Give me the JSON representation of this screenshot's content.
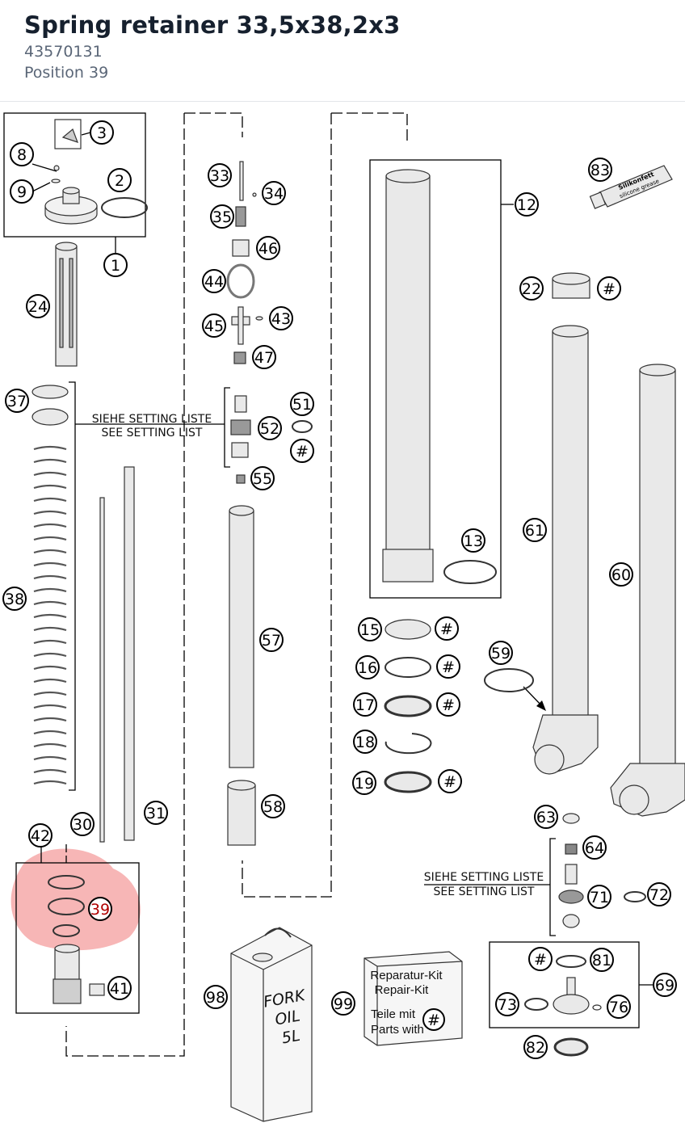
{
  "header": {
    "title": "Spring retainer 33,5x38,2x3",
    "part_number": "43570131",
    "position": "Position 39"
  },
  "diagram": {
    "highlight_color": "#f07a7a",
    "callouts": [
      "1",
      "2",
      "3",
      "8",
      "9",
      "12",
      "13",
      "15",
      "16",
      "17",
      "18",
      "19",
      "22",
      "24",
      "30",
      "31",
      "33",
      "34",
      "35",
      "37",
      "38",
      "39",
      "41",
      "42",
      "43",
      "44",
      "45",
      "46",
      "47",
      "51",
      "52",
      "55",
      "57",
      "58",
      "59",
      "60",
      "61",
      "63",
      "64",
      "69",
      "71",
      "72",
      "73",
      "76",
      "81",
      "82",
      "83",
      "98",
      "99",
      "#"
    ],
    "setting_note_de": "SIEHE SETTING LISTE",
    "setting_note_en": "SEE SETTING LIST",
    "kit_box": {
      "line1": "Reparatur-Kit",
      "line2": "Repair-Kit",
      "line3": "Teile mit",
      "line4": "Parts with",
      "symbol": "#"
    },
    "oil_can": {
      "line1": "FORK",
      "line2": "OIL",
      "line3": "5L"
    },
    "tube_label_1": "Silikonfett",
    "tube_label_2": "silicone grease"
  }
}
